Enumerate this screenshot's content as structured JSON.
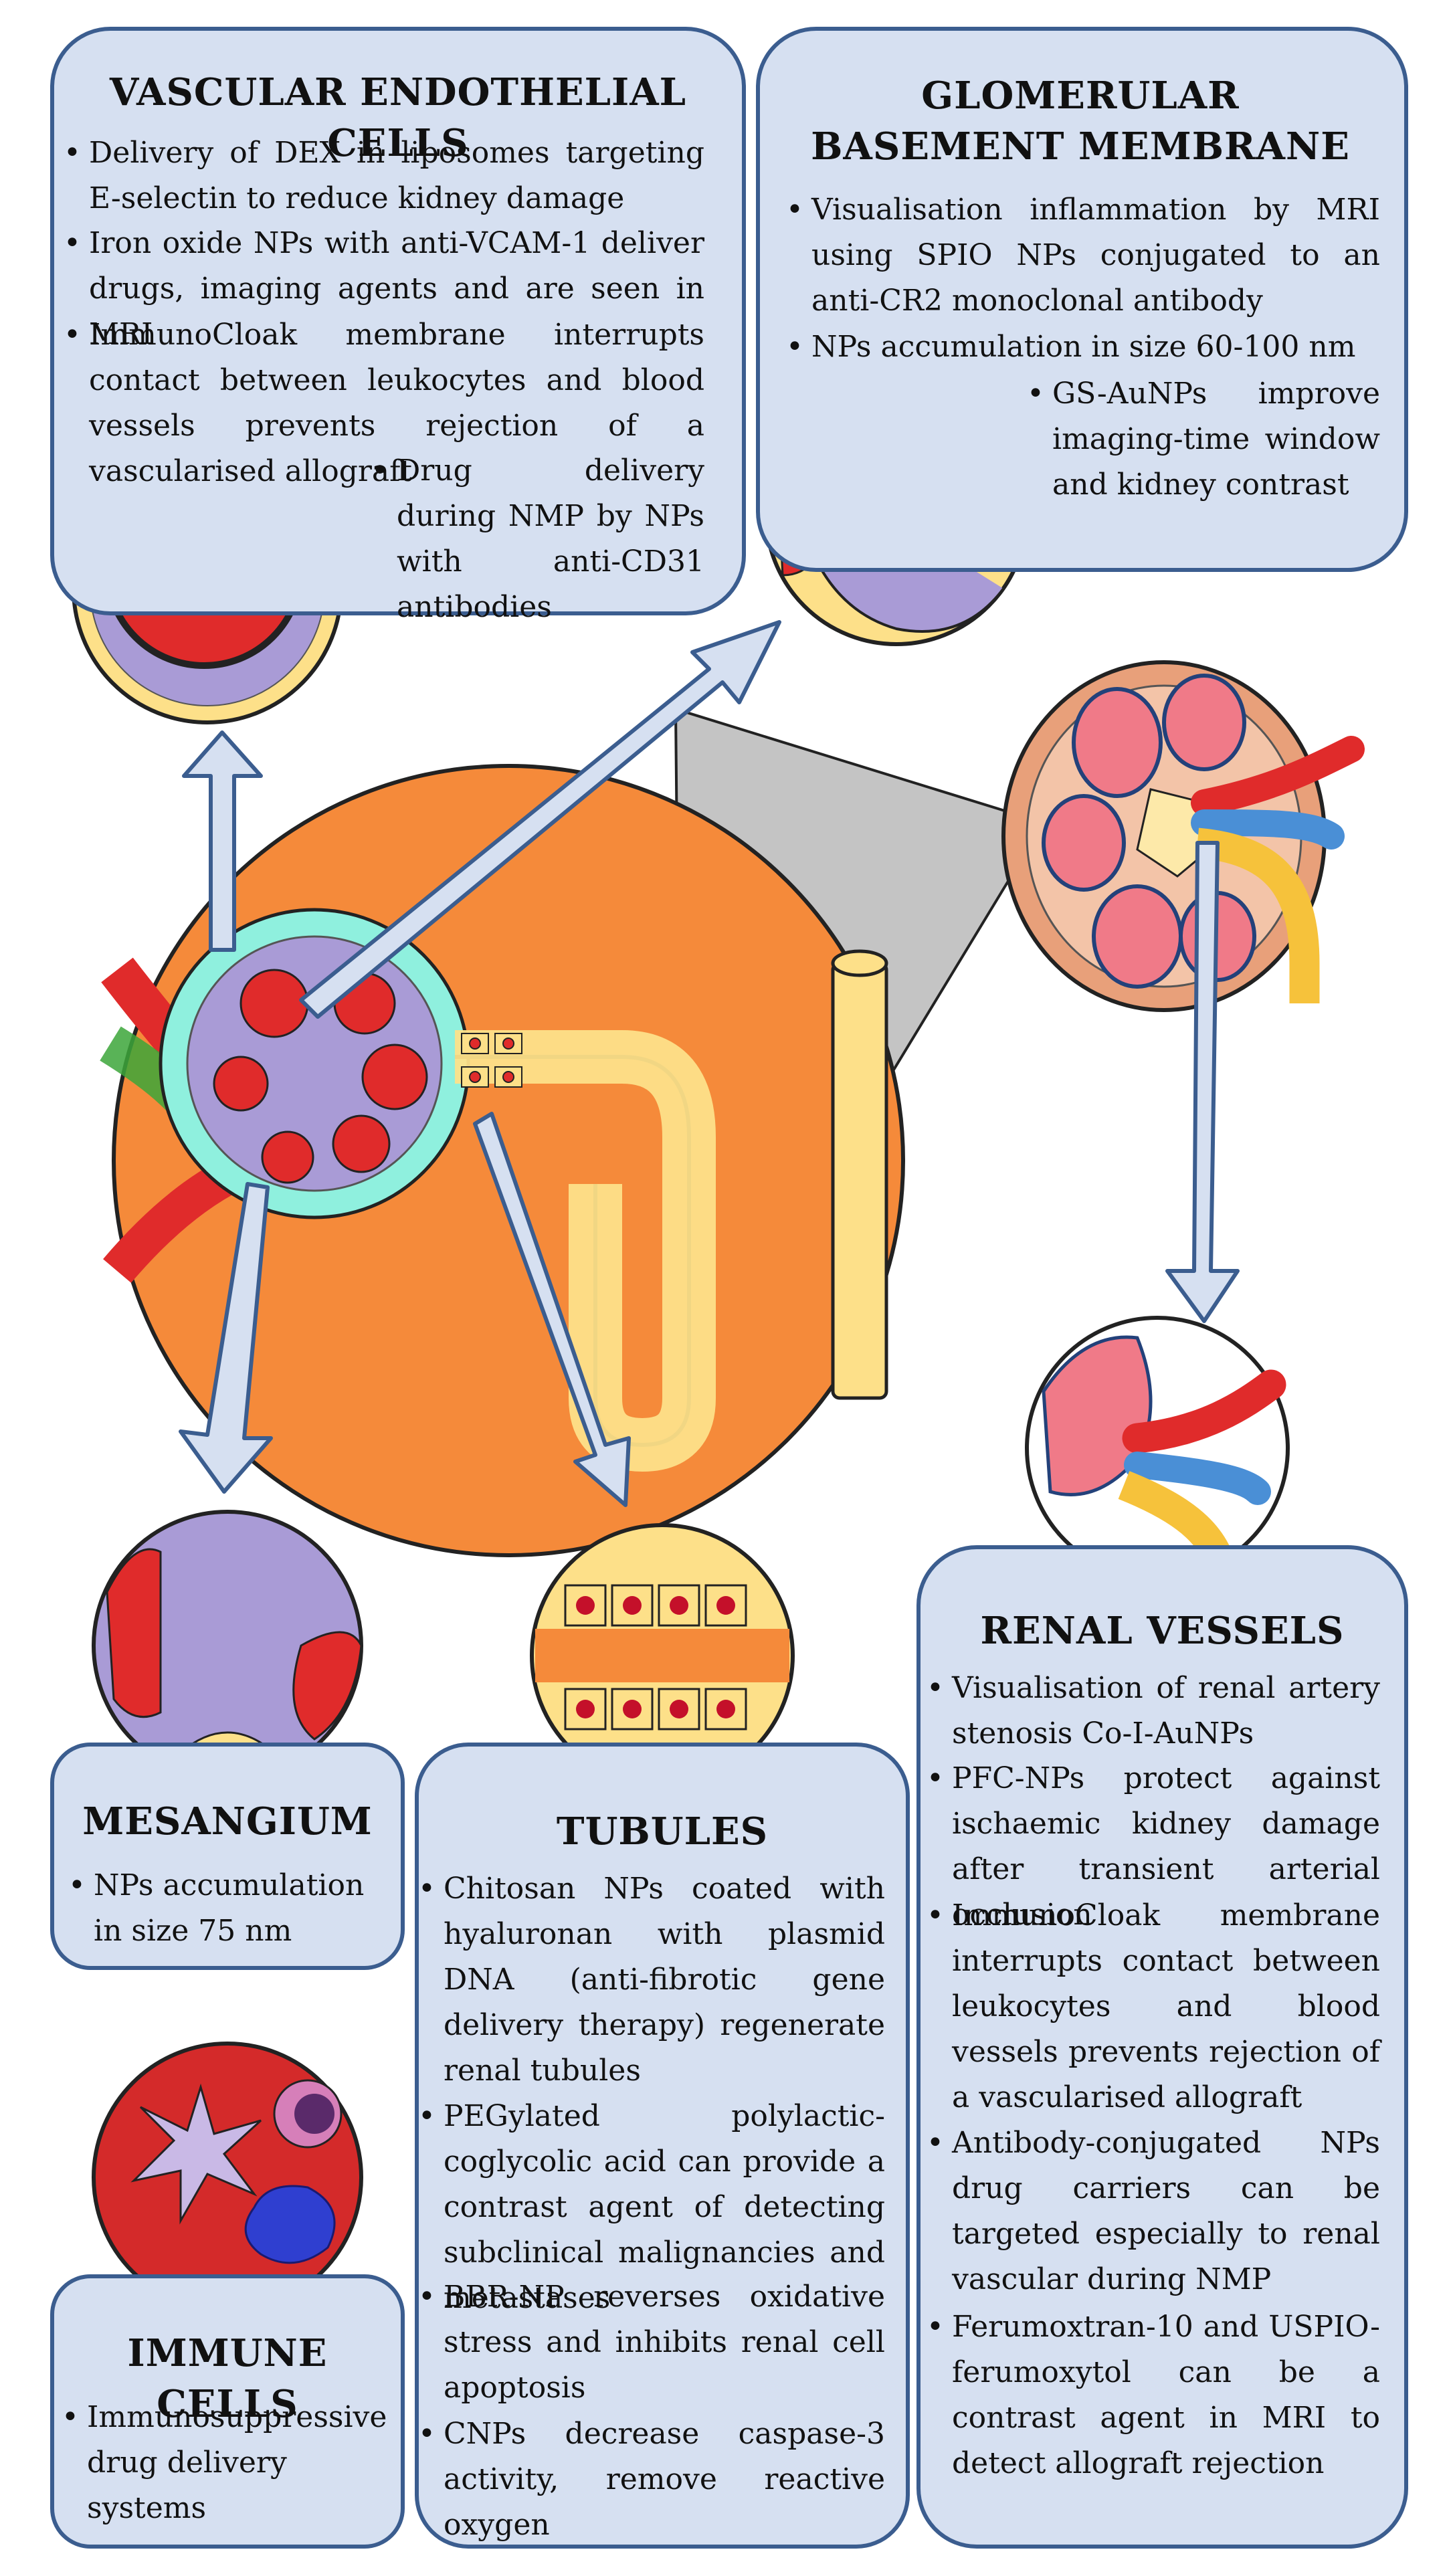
{
  "vascular": {
    "title": "VASCULAR ENDOTHELIAL CELLS",
    "items": [
      "Delivery of DEX in liposomes targeting E-selectin to reduce kidney damage",
      "Iron oxide NPs with anti-VCAM-1 deliver drugs, imaging agents and are seen in MRI",
      "ImmunoCloak membrane interrupts contact between leukocytes and blood vessels prevents rejection of a vascularised allograft",
      "Drug delivery during NMP by NPs with anti-CD31 antibodies"
    ]
  },
  "glomerular": {
    "title": "GLOMERULAR BASEMENT MEMBRANE",
    "items": [
      "Visualisation inflammation by MRI using SPIO NPs conjugated to an anti-CR2 monoclonal antibody",
      "NPs accumulation in size 60-100 nm",
      "GS-AuNPs improve imaging-time window and kidney contrast"
    ]
  },
  "mesangium": {
    "title": "MESANGIUM",
    "items": [
      "NPs accumulation in size 75 nm"
    ]
  },
  "tubules": {
    "title": "TUBULES",
    "items": [
      "Chitosan NPs coated with hyaluronan with plasmid DNA (anti-fibrotic gene delivery therapy) regenerate renal tubules",
      "PEGylated polylactic-coglycolic acid can provide a contrast agent of detecting subclinical malignancies and metastases",
      "BBR-NP reverses oxidative stress and inhibits renal cell apoptosis",
      "CNPs decrease caspase-3 activity, remove reactive oxygen"
    ]
  },
  "renal": {
    "title": "RENAL VESSELS",
    "items": [
      "Visualisation of renal artery stenosis Co-I-AuNPs",
      "PFC-NPs protect against ischaemic kidney damage after transient arterial occlusion",
      "ImmunoCloak membrane interrupts contact between leukocytes and blood vessels prevents rejection of a vascularised allograft",
      "Antibody-conjugated NPs drug carriers can be targeted especially to renal vascular during NMP",
      "Ferumoxtran-10 and USPIO-ferumoxytol can be a contrast agent in MRI to detect allograft rejection"
    ]
  },
  "immune": {
    "title": "IMMUNE CELLS",
    "items": [
      "Immunosuppressive drug delivery systems"
    ]
  },
  "colors": {
    "box_fill": "#d6e0f1",
    "box_border": "#3b5d8f",
    "orange": "#f28a3c",
    "red": "#e02b2b",
    "yellow": "#fde089",
    "cyan": "#7fe0d2",
    "purple": "#a99bd6",
    "blue": "#4a8fd6"
  }
}
